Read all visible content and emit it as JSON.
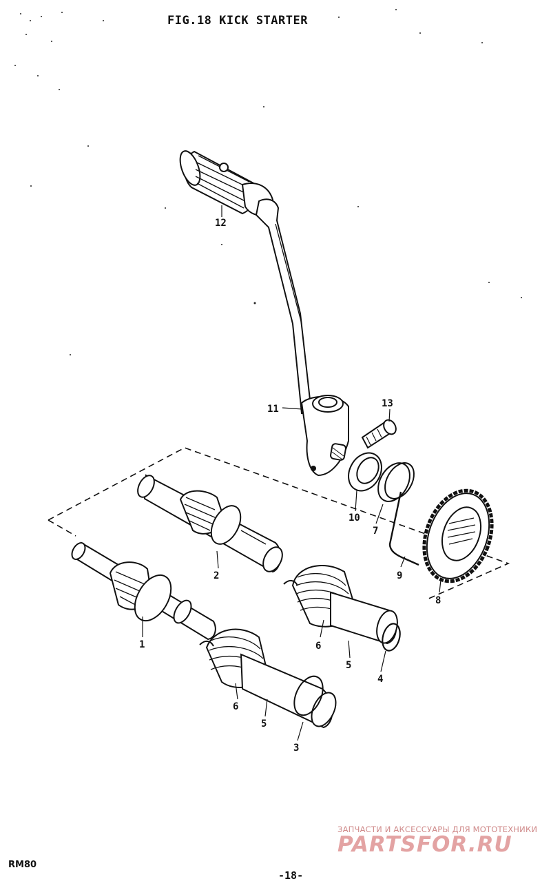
{
  "title": "FIG.18  KICK STARTER",
  "model": "RM80",
  "page_number": "-18-",
  "watermark": {
    "tagline": "ЗАПЧАСТИ И АКСЕССУАРЫ ДЛЯ МОТОТЕХНИКИ",
    "logo": "PARTSFOR.RU"
  },
  "callouts": [
    "1",
    "2",
    "3",
    "4",
    "5",
    "6",
    "7",
    "8",
    "9",
    "10",
    "11",
    "12",
    "13",
    "5",
    "6"
  ]
}
